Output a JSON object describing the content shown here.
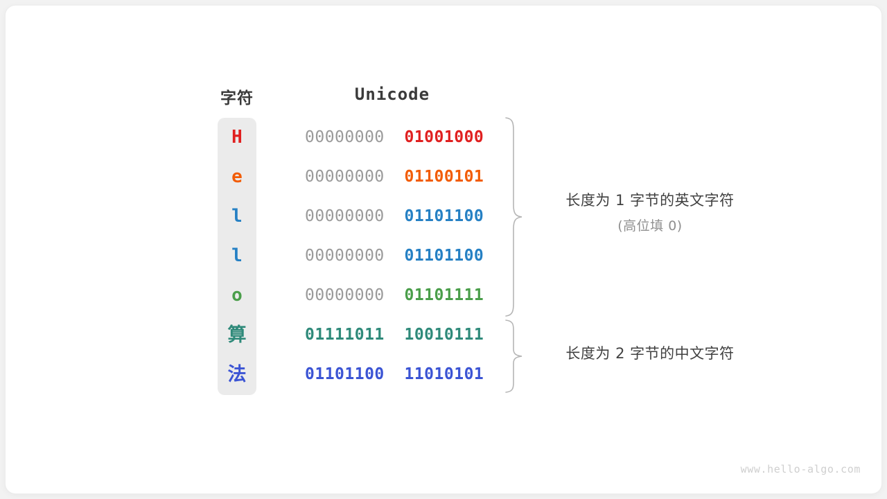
{
  "headers": {
    "character": "字符",
    "unicode": "Unicode"
  },
  "colors": {
    "H": "#e02020",
    "e": "#f25c05",
    "l": "#2580c4",
    "o": "#4a9e4a",
    "suan": "#2f8a7a",
    "fa": "#3b54d4",
    "high_bits": "#9a9a9a",
    "panel_bg": "#ebebeb",
    "card_bg": "#ffffff",
    "page_bg": "#f2f2f2",
    "brace": "#b5b5b5",
    "annotation_primary": "#404040",
    "annotation_secondary": "#8f8f8f",
    "watermark": "#cfcfcf"
  },
  "rows": [
    {
      "char": "H",
      "high": "00000000",
      "low": "01001000",
      "color": "#e02020",
      "cjk": false,
      "high_strong": false
    },
    {
      "char": "e",
      "high": "00000000",
      "low": "01100101",
      "color": "#f25c05",
      "cjk": false,
      "high_strong": false
    },
    {
      "char": "l",
      "high": "00000000",
      "low": "01101100",
      "color": "#2580c4",
      "cjk": false,
      "high_strong": false
    },
    {
      "char": "l",
      "high": "00000000",
      "low": "01101100",
      "color": "#2580c4",
      "cjk": false,
      "high_strong": false
    },
    {
      "char": "o",
      "high": "00000000",
      "low": "01101111",
      "color": "#4a9e4a",
      "cjk": false,
      "high_strong": false
    },
    {
      "char": "算",
      "high": "01111011",
      "low": "10010111",
      "color": "#2f8a7a",
      "cjk": true,
      "high_strong": true
    },
    {
      "char": "法",
      "high": "01101100",
      "low": "11010101",
      "color": "#3b54d4",
      "cjk": true,
      "high_strong": true
    }
  ],
  "annotations": [
    {
      "line1": "长度为 1 字节的英文字符",
      "line2": "(高位填 0)"
    },
    {
      "line1": "长度为 2 字节的中文字符",
      "line2": ""
    }
  ],
  "watermark": "www.hello-algo.com"
}
